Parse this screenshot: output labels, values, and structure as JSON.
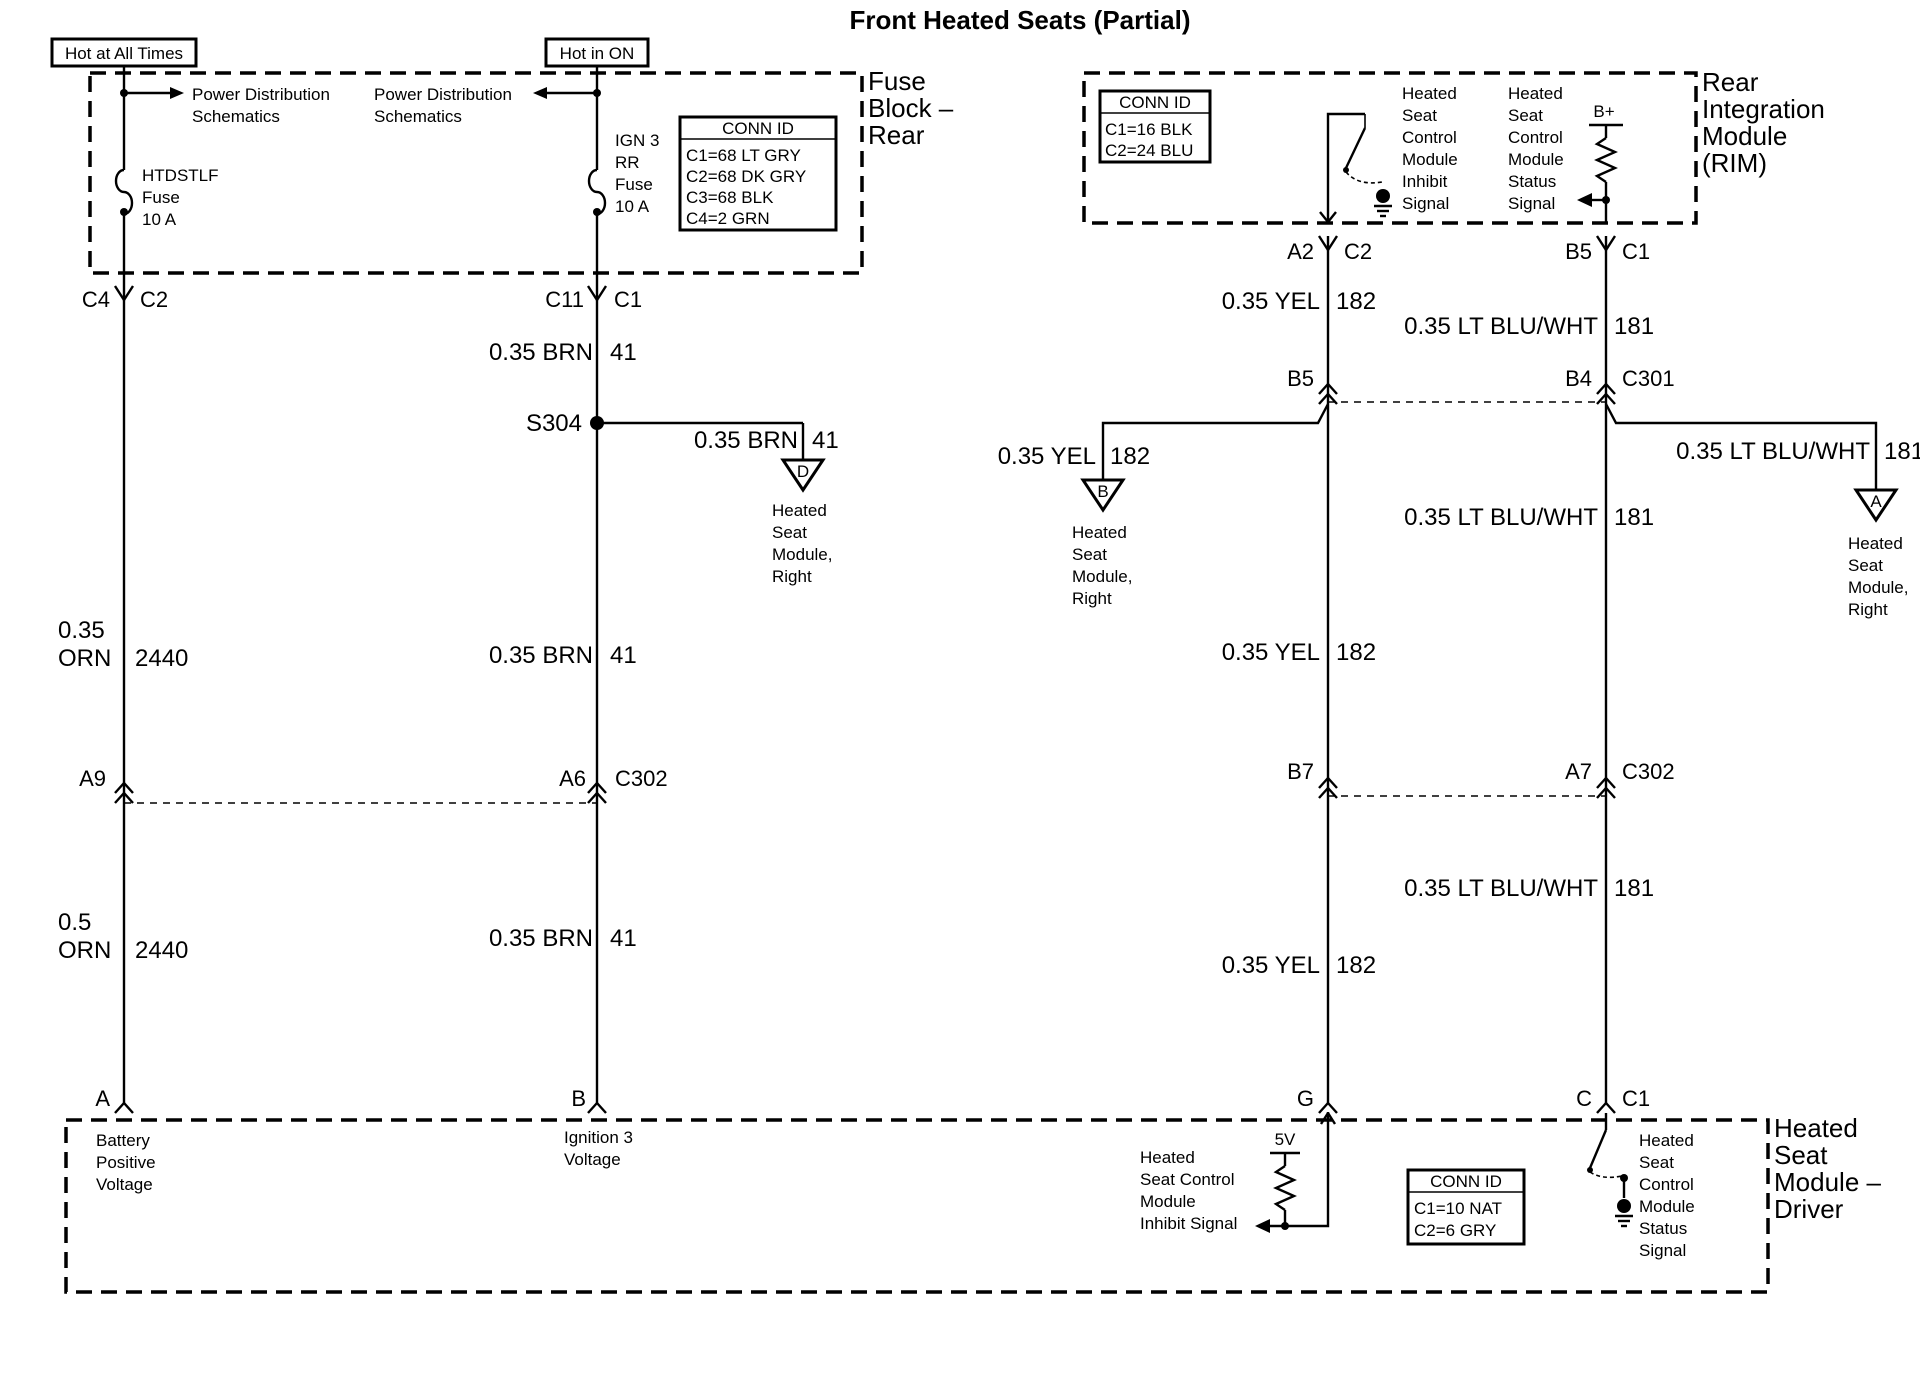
{
  "title": "Front Heated Seats (Partial)",
  "power": {
    "hot_all_times": "Hot at All Times",
    "hot_in_on": "Hot in ON",
    "pds_left": [
      "Power Distribution",
      "Schematics"
    ],
    "pds_right": [
      "Power Distribution",
      "Schematics"
    ]
  },
  "fuse_block": {
    "name": [
      "Fuse",
      "Block –",
      "Rear"
    ],
    "fuse1": [
      "HTDSTLF",
      "Fuse",
      "10 A"
    ],
    "fuse2": [
      "IGN 3",
      "RR",
      "Fuse",
      "10 A"
    ],
    "conn_id_title": "CONN ID",
    "conn_ids": [
      "C1=68 LT GRY",
      "C2=68 DK GRY",
      "C3=68 BLK",
      "C4=2 GRN"
    ]
  },
  "rim": {
    "name": [
      "Rear",
      "Integration",
      "Module",
      "(RIM)"
    ],
    "conn_id_title": "CONN ID",
    "conn_ids": [
      "C1=16 BLK",
      "C2=24 BLU"
    ],
    "inhibit_label": [
      "Heated",
      "Seat",
      "Control",
      "Module",
      "Inhibit",
      "Signal"
    ],
    "status_label": [
      "Heated",
      "Seat",
      "Control",
      "Module",
      "Status",
      "Signal"
    ],
    "bplus": "B+"
  },
  "hsm_driver": {
    "name": [
      "Heated",
      "Seat",
      "Module –",
      "Driver"
    ],
    "conn_id_title": "CONN ID",
    "conn_ids": [
      "C1=10 NAT",
      "C2=6 GRY"
    ],
    "battery": [
      "Battery",
      "Positive",
      "Voltage"
    ],
    "ignition": [
      "Ignition 3",
      "Voltage"
    ],
    "inhibit_label": [
      "Heated",
      "Seat Control",
      "Module",
      "Inhibit Signal"
    ],
    "status_label": [
      "Heated",
      "Seat",
      "Control",
      "Module",
      "Status",
      "Signal"
    ],
    "five_v": "5V"
  },
  "connectors": {
    "c4": "C4",
    "c2a": "C2",
    "c11": "C11",
    "c1a": "C1",
    "a2": "A2",
    "c2b": "C2",
    "b5a": "B5",
    "c1b": "C1",
    "b5b": "B5",
    "b4": "B4",
    "c301": "C301",
    "a9": "A9",
    "a6": "A6",
    "c302a": "C302",
    "b7": "B7",
    "a7": "A7",
    "c302b": "C302",
    "pin_a": "A",
    "pin_b": "B",
    "pin_g": "G",
    "pin_c": "C",
    "c1c": "C1"
  },
  "splice": "S304",
  "wires": {
    "orn_035": [
      "0.35",
      "ORN"
    ],
    "orn_05": [
      "0.5",
      "ORN"
    ],
    "circ_2440": "2440",
    "brn": "0.35 BRN",
    "circ_41": "41",
    "yel": "0.35 YEL",
    "circ_182": "182",
    "blu": "0.35 LT BLU/WHT",
    "circ_181": "181"
  },
  "offpage": {
    "d_letter": "D",
    "d_label": [
      "Heated",
      "Seat",
      "Module,",
      "Right"
    ],
    "b_letter": "B",
    "b_label": [
      "Heated",
      "Seat",
      "Module,",
      "Right"
    ],
    "a_letter": "A",
    "a_label": [
      "Heated",
      "Seat",
      "Module,",
      "Right"
    ]
  }
}
